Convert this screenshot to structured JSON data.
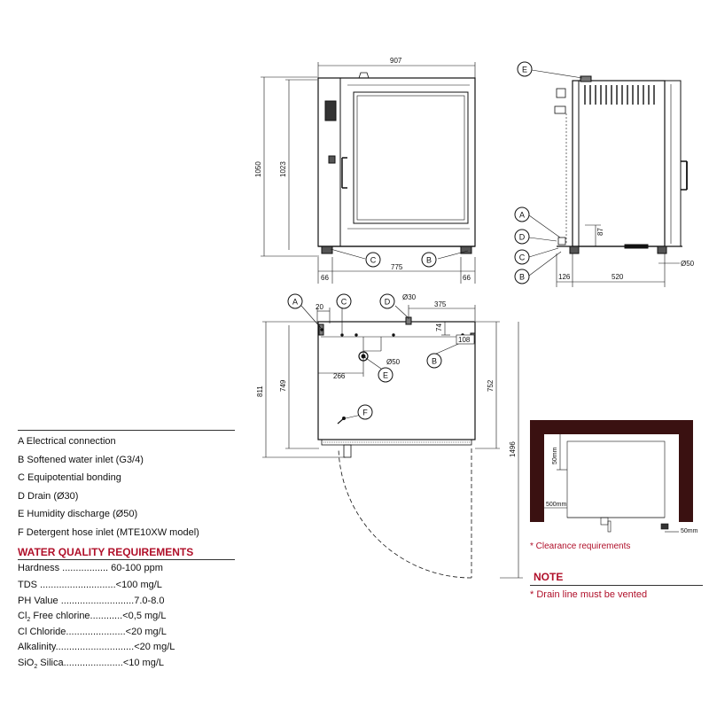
{
  "dimensions": {
    "width_907": "907",
    "height_1050": "1050",
    "height_1023": "1023",
    "foot_left_66": "66",
    "width_775": "775",
    "foot_right_66": "66",
    "side_87": "87",
    "side_126": "126",
    "side_520": "520",
    "side_d50": "Ø50",
    "top_20": "20",
    "top_d30": "Ø30",
    "top_375": "375",
    "top_74": "74",
    "top_108": "108",
    "top_266": "266",
    "top_d50": "Ø50",
    "top_811": "811",
    "top_749": "749",
    "top_752": "752",
    "top_1496": "1496",
    "clear_50mm_top": "50mm",
    "clear_500mm": "500mm",
    "clear_50mm_side": "50mm"
  },
  "callouts": {
    "a": "A",
    "b": "B",
    "c": "C",
    "d": "D",
    "e": "E",
    "f": "F"
  },
  "legend": [
    "A Electrical connection",
    "B Softened water inlet (G3/4)",
    "C Equipotential bonding",
    "D Drain (Ø30)",
    "E Humidity discharge (Ø50)",
    "F Detergent hose inlet (MTE10XW model)"
  ],
  "water_quality": {
    "title": "WATER QUALITY REQUIREMENTS",
    "rows": [
      {
        "pre": "Hardness .................",
        "sub": "",
        "post": " 60-100 ppm"
      },
      {
        "pre": "TDS ............................",
        "sub": "",
        "post": "<100 mg/L"
      },
      {
        "pre": "PH Value ...........................",
        "sub": "",
        "post": "7.0-8.0"
      },
      {
        "pre": "Cl",
        "sub": "2",
        "post": " Free chlorine............<0,5 mg/L"
      },
      {
        "pre": "Cl Chloride......................",
        "sub": "",
        "post": "<20 mg/L"
      },
      {
        "pre": "Alkalinity.............................",
        "sub": "",
        "post": "<20 mg/L"
      },
      {
        "pre": "SiO",
        "sub": "2",
        "post": " Silica......................<10 mg/L"
      }
    ]
  },
  "clearance_note": "* Clearance requirements",
  "note": {
    "title": "NOTE",
    "text": "* Drain line must be vented"
  },
  "colors": {
    "accent": "#b0102a",
    "line": "#111111"
  }
}
